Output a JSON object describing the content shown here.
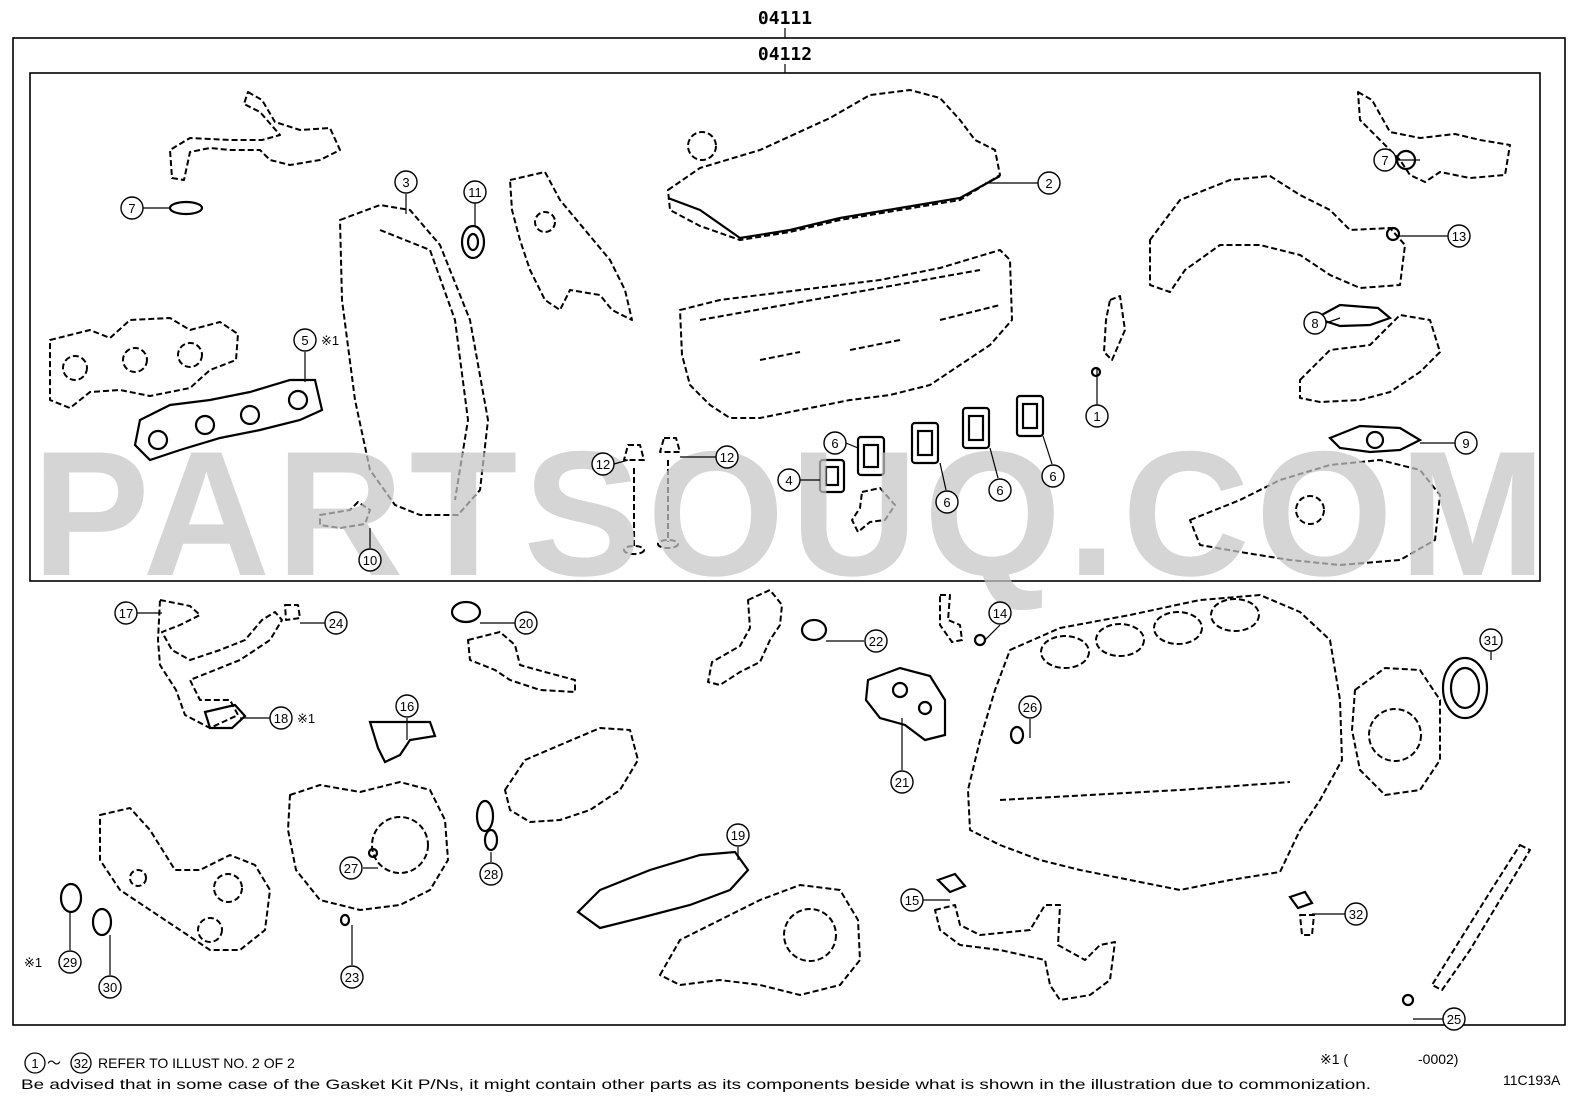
{
  "kits": {
    "outer_code": "04111",
    "inner_code": "04112"
  },
  "watermark": "PARTSOUQ.COM",
  "callouts": [
    {
      "num": "1"
    },
    {
      "num": "2"
    },
    {
      "num": "3"
    },
    {
      "num": "4"
    },
    {
      "num": "5",
      "suffix": "※1"
    },
    {
      "num": "6"
    },
    {
      "num": "6"
    },
    {
      "num": "6"
    },
    {
      "num": "6"
    },
    {
      "num": "7"
    },
    {
      "num": "7"
    },
    {
      "num": "8"
    },
    {
      "num": "9"
    },
    {
      "num": "10"
    },
    {
      "num": "11"
    },
    {
      "num": "12"
    },
    {
      "num": "12"
    },
    {
      "num": "13"
    },
    {
      "num": "14"
    },
    {
      "num": "15"
    },
    {
      "num": "16"
    },
    {
      "num": "17"
    },
    {
      "num": "18",
      "suffix": "※1"
    },
    {
      "num": "19"
    },
    {
      "num": "20"
    },
    {
      "num": "21"
    },
    {
      "num": "22"
    },
    {
      "num": "23"
    },
    {
      "num": "24"
    },
    {
      "num": "25"
    },
    {
      "num": "26"
    },
    {
      "num": "27"
    },
    {
      "num": "28"
    },
    {
      "num": "29",
      "prefix": "※1"
    },
    {
      "num": "30"
    },
    {
      "num": "31"
    },
    {
      "num": "32"
    }
  ],
  "notes": {
    "refer_range_start": "1",
    "refer_tilde": "〜",
    "refer_range_end": "32",
    "refer_text": "REFER TO ILLUST NO. 2 OF 2",
    "footnote_mark": "※1 (",
    "footnote_range": "-0002)",
    "disclaimer": "Be advised that in some case of the Gasket Kit P/Ns,  it might contain other parts as its components beside what is shown in the illustration due to commonization.",
    "illustration_id": "11C193A"
  }
}
